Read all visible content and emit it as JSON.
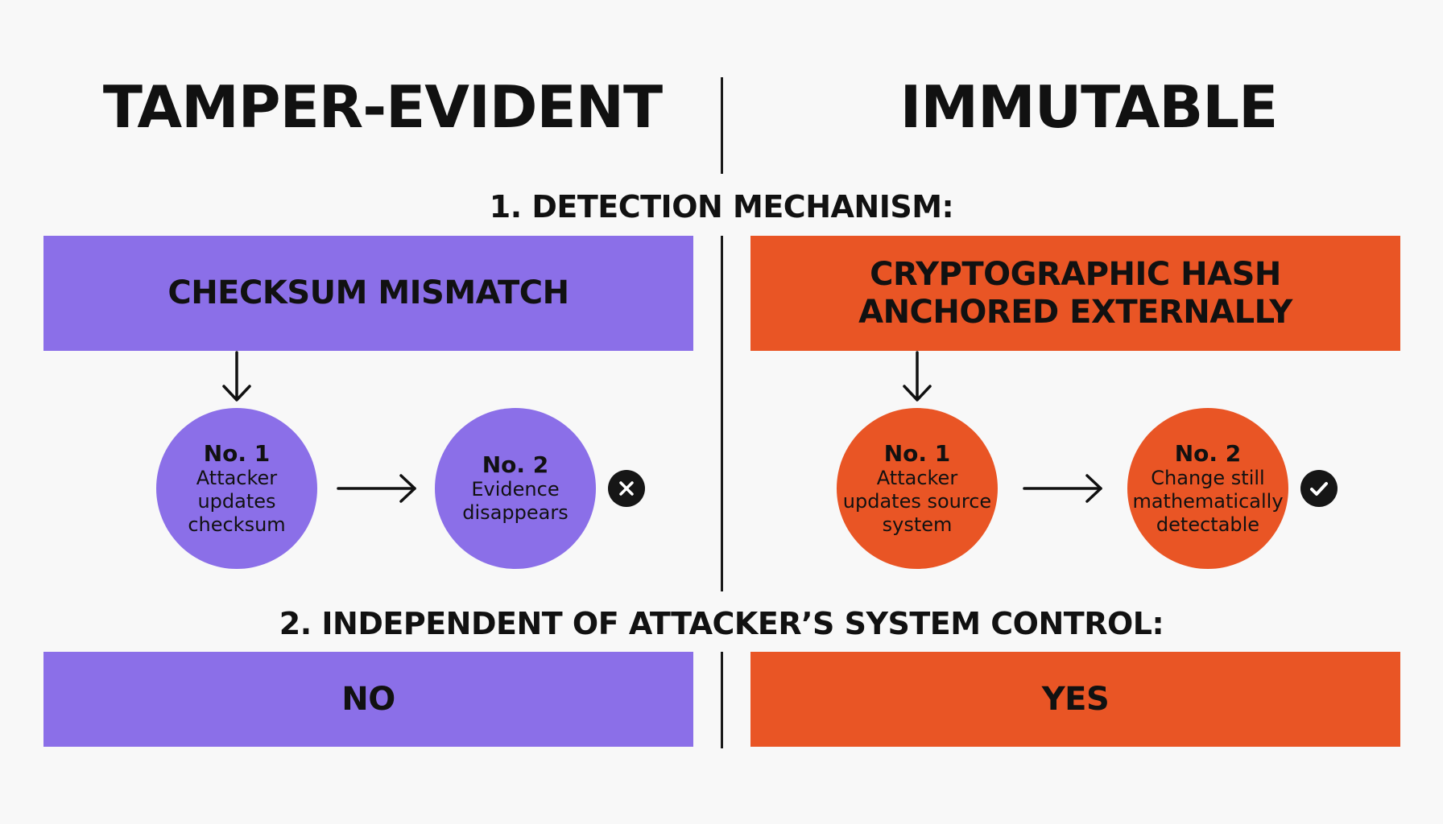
{
  "left": {
    "title": "TAMPER-EVIDENT",
    "mechanism_label": "CHECKSUM MISMATCH",
    "steps": [
      {
        "number": "No. 1",
        "text": "Attacker\nupdates\nchecksum"
      },
      {
        "number": "No. 2",
        "text": "Evidence\ndisappears"
      }
    ],
    "status_icon": "x-mark-icon",
    "answer": "NO",
    "color": "#8b6fe8"
  },
  "right": {
    "title": "IMMUTABLE",
    "mechanism_label": "CRYPTOGRAPHIC HASH\nANCHORED EXTERNALLY",
    "steps": [
      {
        "number": "No. 1",
        "text": "Attacker\nupdates source\nsystem"
      },
      {
        "number": "No. 2",
        "text": "Change still\nmathematically\ndetectable"
      }
    ],
    "status_icon": "checkmark-icon",
    "answer": "YES",
    "color": "#e95525"
  },
  "sections": {
    "detection": "1. DETECTION MECHANISM:",
    "independence": "2. INDEPENDENT OF ATTACKER’S SYSTEM CONTROL:"
  }
}
